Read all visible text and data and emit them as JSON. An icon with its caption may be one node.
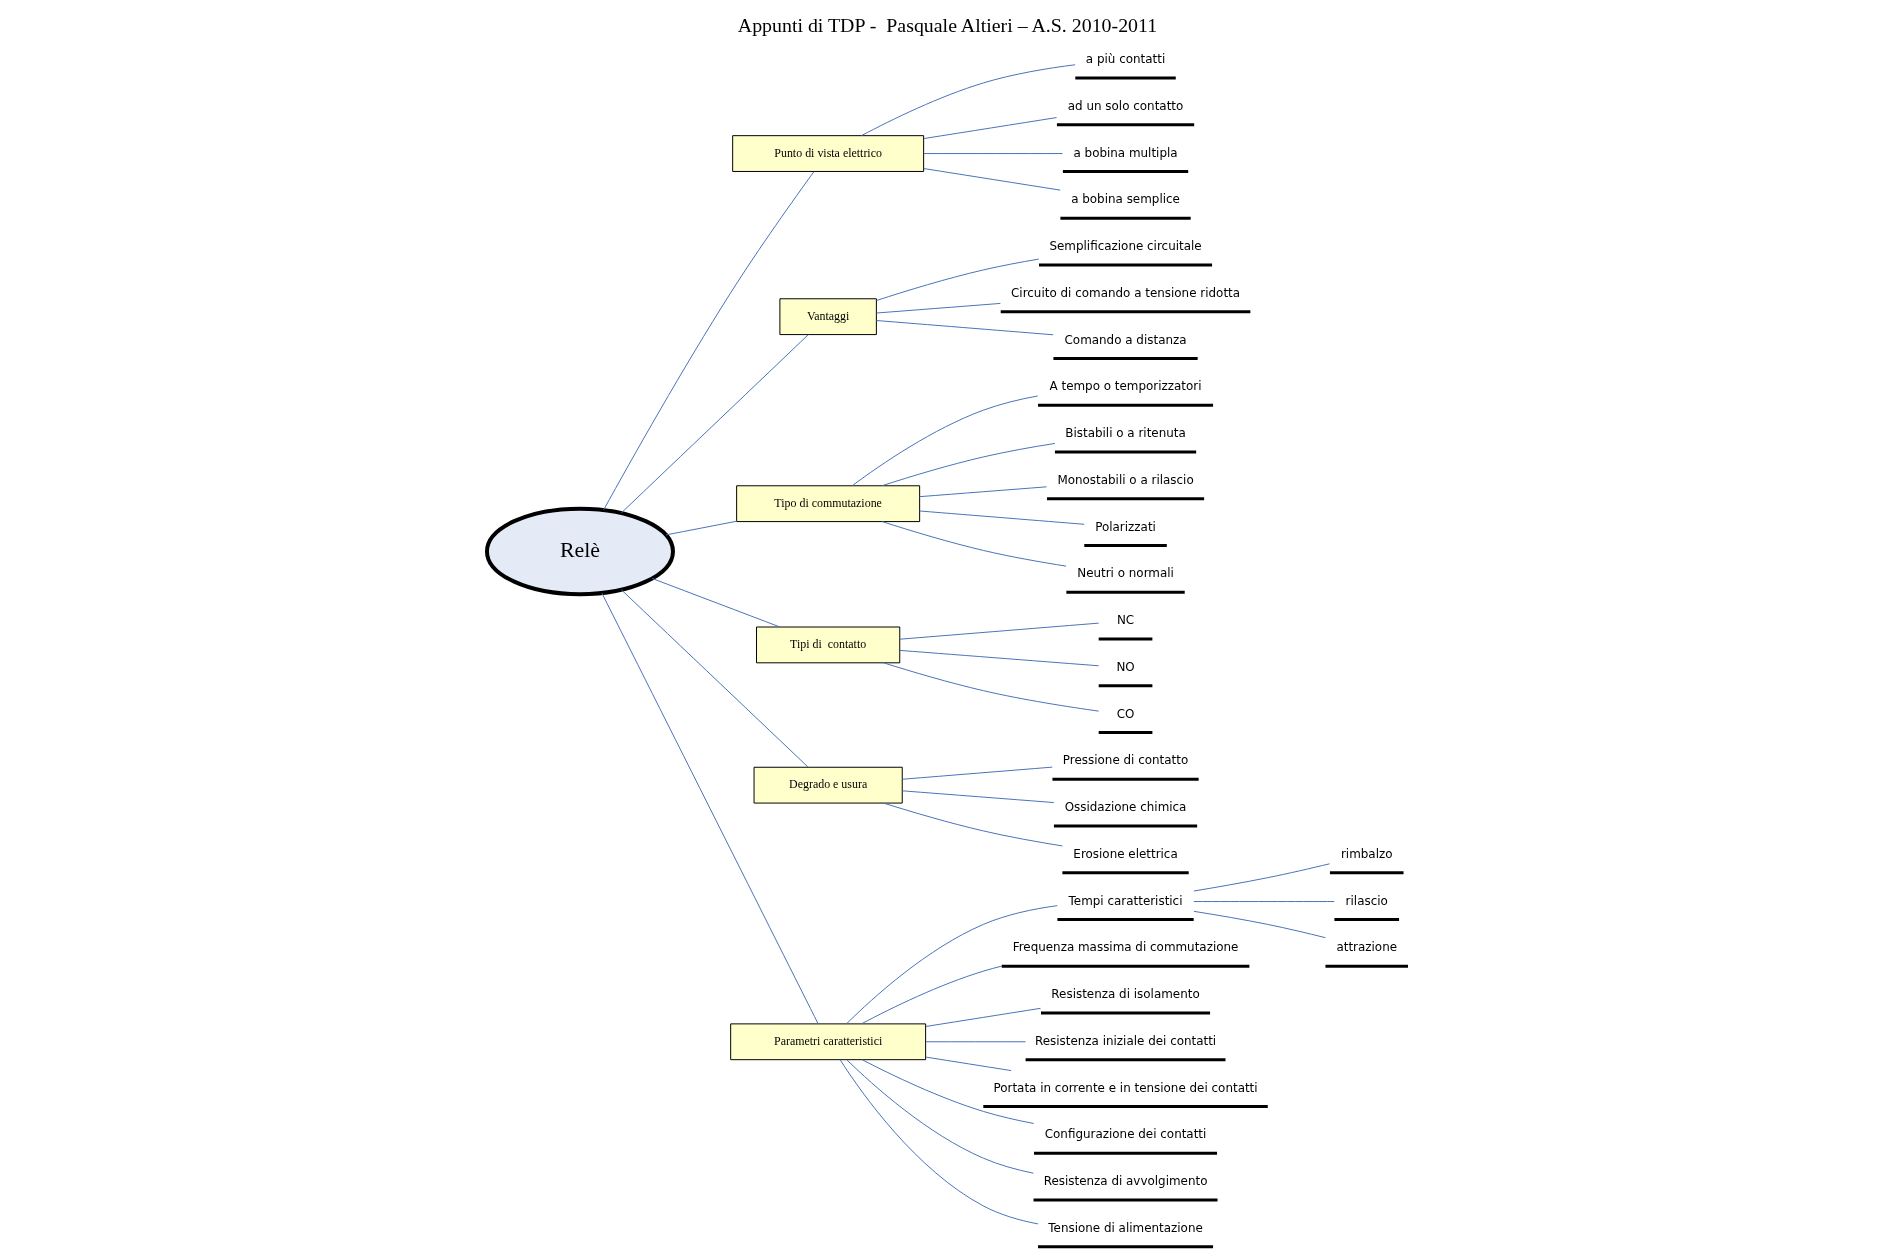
{
  "diagram": {
    "title": "Appunti di TDP -  Pasquale Altieri – A.S. 2010-2011",
    "nodes": [
      {
        "text": [
          "Relè"
        ]
      },
      {
        "text": [
          "Punto di vista elettrico"
        ]
      },
      {
        "text": [
          "a più contatti"
        ]
      },
      {
        "text": [
          "ad un solo contatto"
        ]
      },
      {
        "text": [
          "a bobina multipla"
        ]
      },
      {
        "text": [
          "a bobina semplice"
        ]
      },
      {
        "text": [
          "Vantaggi"
        ]
      },
      {
        "text": [
          "Semplificazione circuitale"
        ]
      },
      {
        "text": [
          "Circuito di comando a tensione ridotta"
        ]
      },
      {
        "text": [
          "Comando a distanza"
        ]
      },
      {
        "text": [
          "Tipo di commutazione"
        ]
      },
      {
        "text": [
          "A tempo o temporizzatori"
        ]
      },
      {
        "text": [
          "Bistabili o a ritenuta"
        ]
      },
      {
        "text": [
          "Monostabili o a rilascio"
        ]
      },
      {
        "text": [
          "Polarizzati"
        ]
      },
      {
        "text": [
          "Neutri o normali"
        ]
      },
      {
        "text": [
          "Tipi di  contatto"
        ]
      },
      {
        "text": [
          "NC"
        ]
      },
      {
        "text": [
          "NO"
        ]
      },
      {
        "text": [
          "CO"
        ]
      },
      {
        "text": [
          "Degrado e usura"
        ]
      },
      {
        "text": [
          "Pressione di contatto"
        ]
      },
      {
        "text": [
          "Ossidazione chimica"
        ]
      },
      {
        "text": [
          "Erosione elettrica"
        ]
      },
      {
        "text": [
          "Parametri caratteristici"
        ]
      },
      {
        "text": [
          "Tempi caratteristici"
        ]
      },
      {
        "text": [
          "rimbalzo"
        ]
      },
      {
        "text": [
          "rilascio"
        ]
      },
      {
        "text": [
          "attrazione"
        ]
      },
      {
        "text": [
          "Frequenza massima di commutazione"
        ]
      },
      {
        "text": [
          "Resistenza di isolamento"
        ]
      },
      {
        "text": [
          "Resistenza iniziale dei contatti"
        ]
      },
      {
        "text": [
          "Portata in corrente e in tensione dei contatti"
        ]
      },
      {
        "text": [
          "Configurazione dei contatti"
        ]
      },
      {
        "text": [
          "Resistenza di avvolgimento"
        ]
      },
      {
        "text": [
          "Tensione di alimentazione"
        ]
      }
    ],
    "edges": [
      {
        "from": 0,
        "to": 1,
        "arrow": "none"
      },
      {
        "from": 1,
        "to": 2,
        "arrow": "none"
      },
      {
        "from": 1,
        "to": 3,
        "arrow": "none"
      },
      {
        "from": 1,
        "to": 4,
        "arrow": "none"
      },
      {
        "from": 1,
        "to": 5,
        "arrow": "none"
      },
      {
        "from": 0,
        "to": 6,
        "arrow": "none"
      },
      {
        "from": 6,
        "to": 7,
        "arrow": "none"
      },
      {
        "from": 6,
        "to": 8,
        "arrow": "none"
      },
      {
        "from": 6,
        "to": 9,
        "arrow": "none"
      },
      {
        "from": 0,
        "to": 10,
        "arrow": "none"
      },
      {
        "from": 10,
        "to": 11,
        "arrow": "none"
      },
      {
        "from": 10,
        "to": 12,
        "arrow": "none"
      },
      {
        "from": 10,
        "to": 13,
        "arrow": "none"
      },
      {
        "from": 10,
        "to": 14,
        "arrow": "none"
      },
      {
        "from": 10,
        "to": 15,
        "arrow": "none"
      },
      {
        "from": 0,
        "to": 16,
        "arrow": "none"
      },
      {
        "from": 16,
        "to": 17,
        "arrow": "none"
      },
      {
        "from": 16,
        "to": 18,
        "arrow": "none"
      },
      {
        "from": 16,
        "to": 19,
        "arrow": "none"
      },
      {
        "from": 0,
        "to": 20,
        "arrow": "none"
      },
      {
        "from": 20,
        "to": 21,
        "arrow": "none"
      },
      {
        "from": 20,
        "to": 22,
        "arrow": "none"
      },
      {
        "from": 20,
        "to": 23,
        "arrow": "none"
      },
      {
        "from": 0,
        "to": 24,
        "arrow": "none"
      },
      {
        "from": 24,
        "to": 25,
        "arrow": "none"
      },
      {
        "from": 25,
        "to": 26,
        "arrow": "none"
      },
      {
        "from": 25,
        "to": 27,
        "arrow": "none"
      },
      {
        "from": 25,
        "to": 28,
        "arrow": "none"
      },
      {
        "from": 24,
        "to": 29,
        "arrow": "none"
      },
      {
        "from": 24,
        "to": 30,
        "arrow": "none"
      },
      {
        "from": 24,
        "to": 31,
        "arrow": "none"
      },
      {
        "from": 24,
        "to": 32,
        "arrow": "none"
      },
      {
        "from": 24,
        "to": 33,
        "arrow": "none"
      },
      {
        "from": 24,
        "to": 34,
        "arrow": "none"
      },
      {
        "from": 24,
        "to": 35,
        "arrow": "none"
      }
    ]
  }
}
